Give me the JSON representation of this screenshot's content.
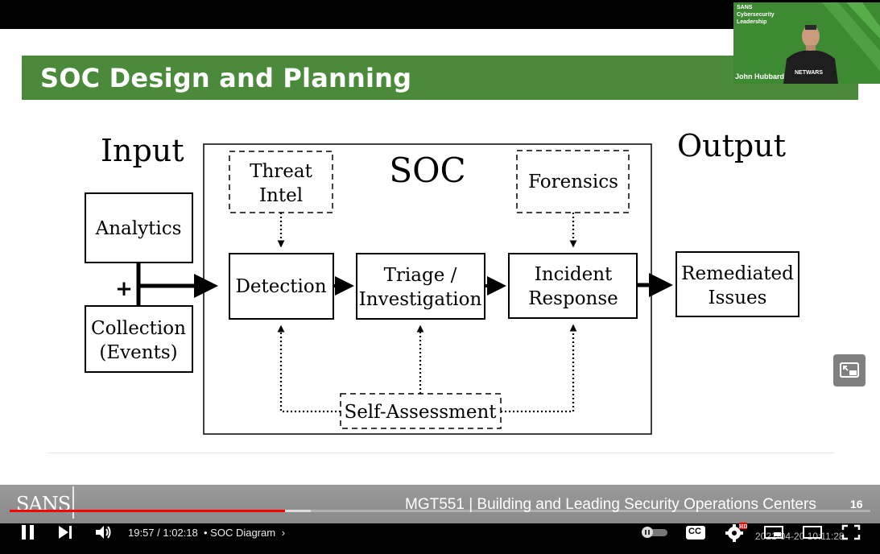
{
  "slide": {
    "title": "SOC Design and Planning",
    "input_label": "Input",
    "output_label": "Output",
    "soc_label": "SOC",
    "boxes": {
      "analytics": "Analytics",
      "collection_line1": "Collection",
      "collection_line2": "(Events)",
      "threat_intel_line1": "Threat",
      "threat_intel_line2": "Intel",
      "forensics": "Forensics",
      "detection": "Detection",
      "triage_line1": "Triage /",
      "triage_line2": "Investigation",
      "incident_line1": "Incident",
      "incident_line2": "Response",
      "remediated_line1": "Remediated",
      "remediated_line2": "Issues",
      "self_assessment": "Self-Assessment"
    },
    "plus": "+"
  },
  "webcam": {
    "brand_line1": "SANS",
    "brand_line2": "Cybersecurity",
    "brand_line3": "Leadership",
    "presenter": "John Hubbard",
    "shirt_text": "NETWARS"
  },
  "footer": {
    "logo": "SANS",
    "course": "MGT551 | Building and Leading Security Operations Centers",
    "page": "16"
  },
  "player": {
    "time": "19:57 / 1:02:18",
    "chapter": "• SOC Diagram",
    "timestamp": "2021-04-20 10:11:28",
    "hd_badge": "HD",
    "cc_label": "CC",
    "progress_played": 0.32,
    "progress_buffered": 0.35
  }
}
